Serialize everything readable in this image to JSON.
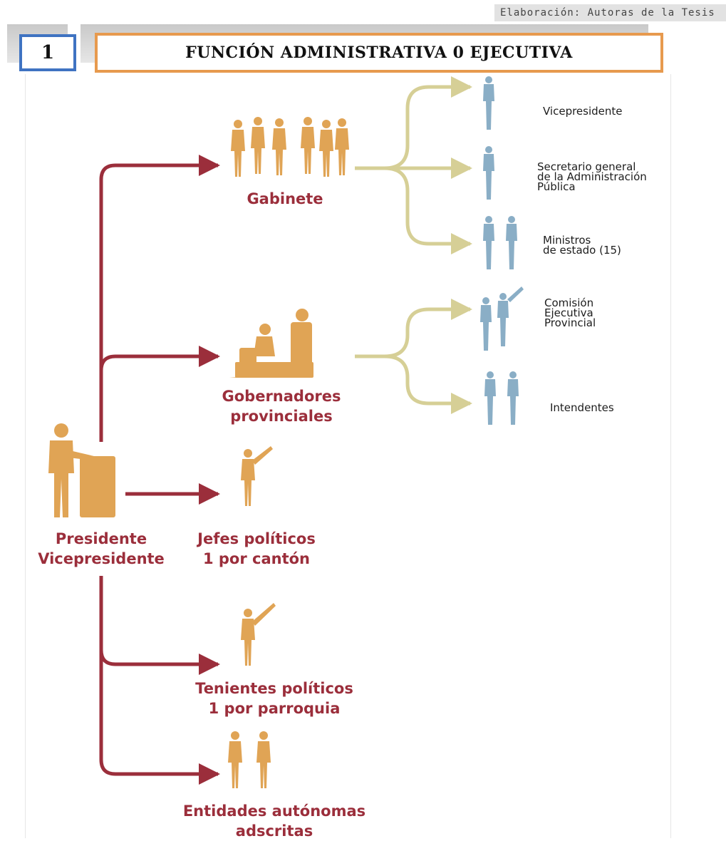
{
  "credit": "Elaboración: Autoras de la Tesis",
  "header": {
    "number": "1",
    "title": "FUNCIÓN ADMINISTRATIVA 0 EJECUTIVA"
  },
  "root": {
    "line1": "Presidente",
    "line2": "Vicepresidente"
  },
  "nodes": {
    "gabinete": "Gabinete",
    "gobernadores": {
      "line1": "Gobernadores",
      "line2": "provinciales"
    },
    "jefes": {
      "line1": "Jefes políticos",
      "line2": "1 por cantón"
    },
    "tenientes": {
      "line1": "Tenientes políticos",
      "line2": "1 por parroquia"
    },
    "entidades": {
      "line1": "Entidades autónomas",
      "line2": "adscritas"
    }
  },
  "gabinete_children": {
    "vicepresidente": "Vicepresidente",
    "secretario": {
      "line1": "Secretario general",
      "line2": "de la Administración",
      "line3": "Pública"
    },
    "ministros": {
      "line1": "Ministros",
      "line2": "de estado (15)"
    }
  },
  "gobernadores_children": {
    "comision": {
      "line1": "Comisión",
      "line2": "Ejecutiva",
      "line3": "Provincial"
    },
    "intendentes": "Intendentes"
  },
  "colors": {
    "accent_red": "#9b2e3b",
    "figure_gold": "#e0a455",
    "figure_blue": "#8aaec6",
    "branch_olive": "#d6cf96",
    "number_border": "#3f73c2",
    "title_border": "#e79a4e"
  }
}
